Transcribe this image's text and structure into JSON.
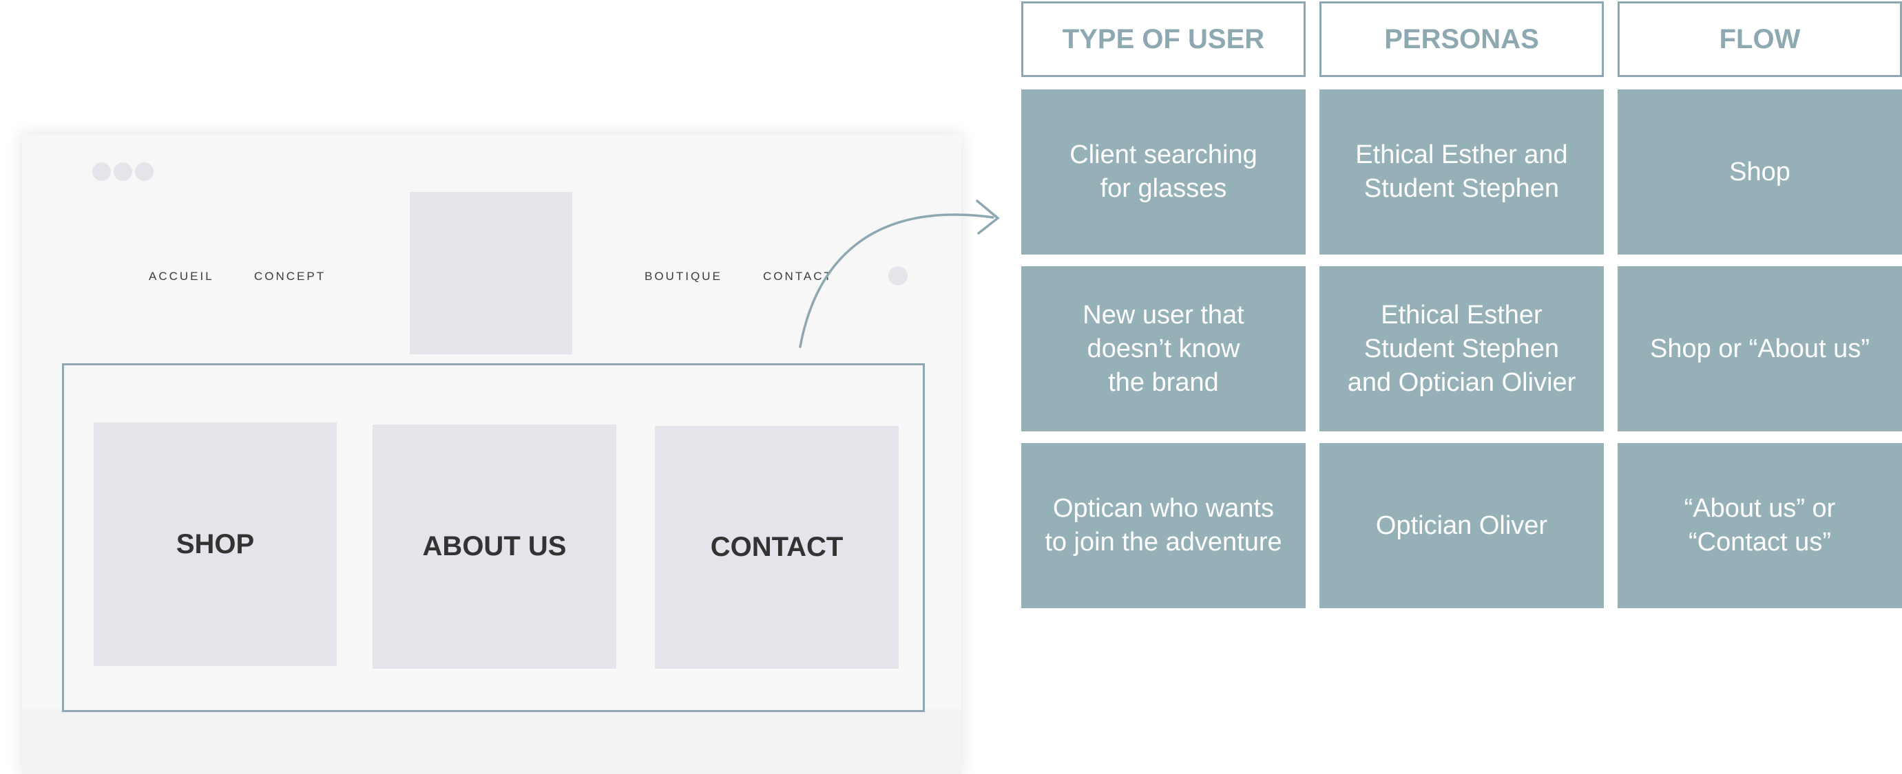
{
  "wireframe": {
    "nav": {
      "accueil": "ACCUEIL",
      "concept": "CONCEPT",
      "boutique": "BOUTIQUE",
      "contact": "CONTACT"
    },
    "tiles": {
      "shop": "SHOP",
      "about": "ABOUT US",
      "contact": "CONTACT"
    }
  },
  "table": {
    "headers": [
      "TYPE OF USER",
      "PERSONAS",
      "FLOW"
    ],
    "rows": [
      [
        "Client searching\nfor glasses",
        "Ethical Esther and\nStudent Stephen",
        "Shop"
      ],
      [
        "New user that\ndoesn’t know\nthe brand",
        "Ethical Esther\nStudent Stephen\nand Optician Olivier",
        "Shop or “About us”"
      ],
      [
        "Optican who wants\nto join the adventure",
        "Optician Oliver",
        "“About us” or\n“Contact us”"
      ]
    ]
  },
  "colors": {
    "accent": "#8ea8b1",
    "cell_fill": "#95b1b7",
    "placeholder": "#e4e5ea",
    "window_bg": "#f7f7f7"
  }
}
